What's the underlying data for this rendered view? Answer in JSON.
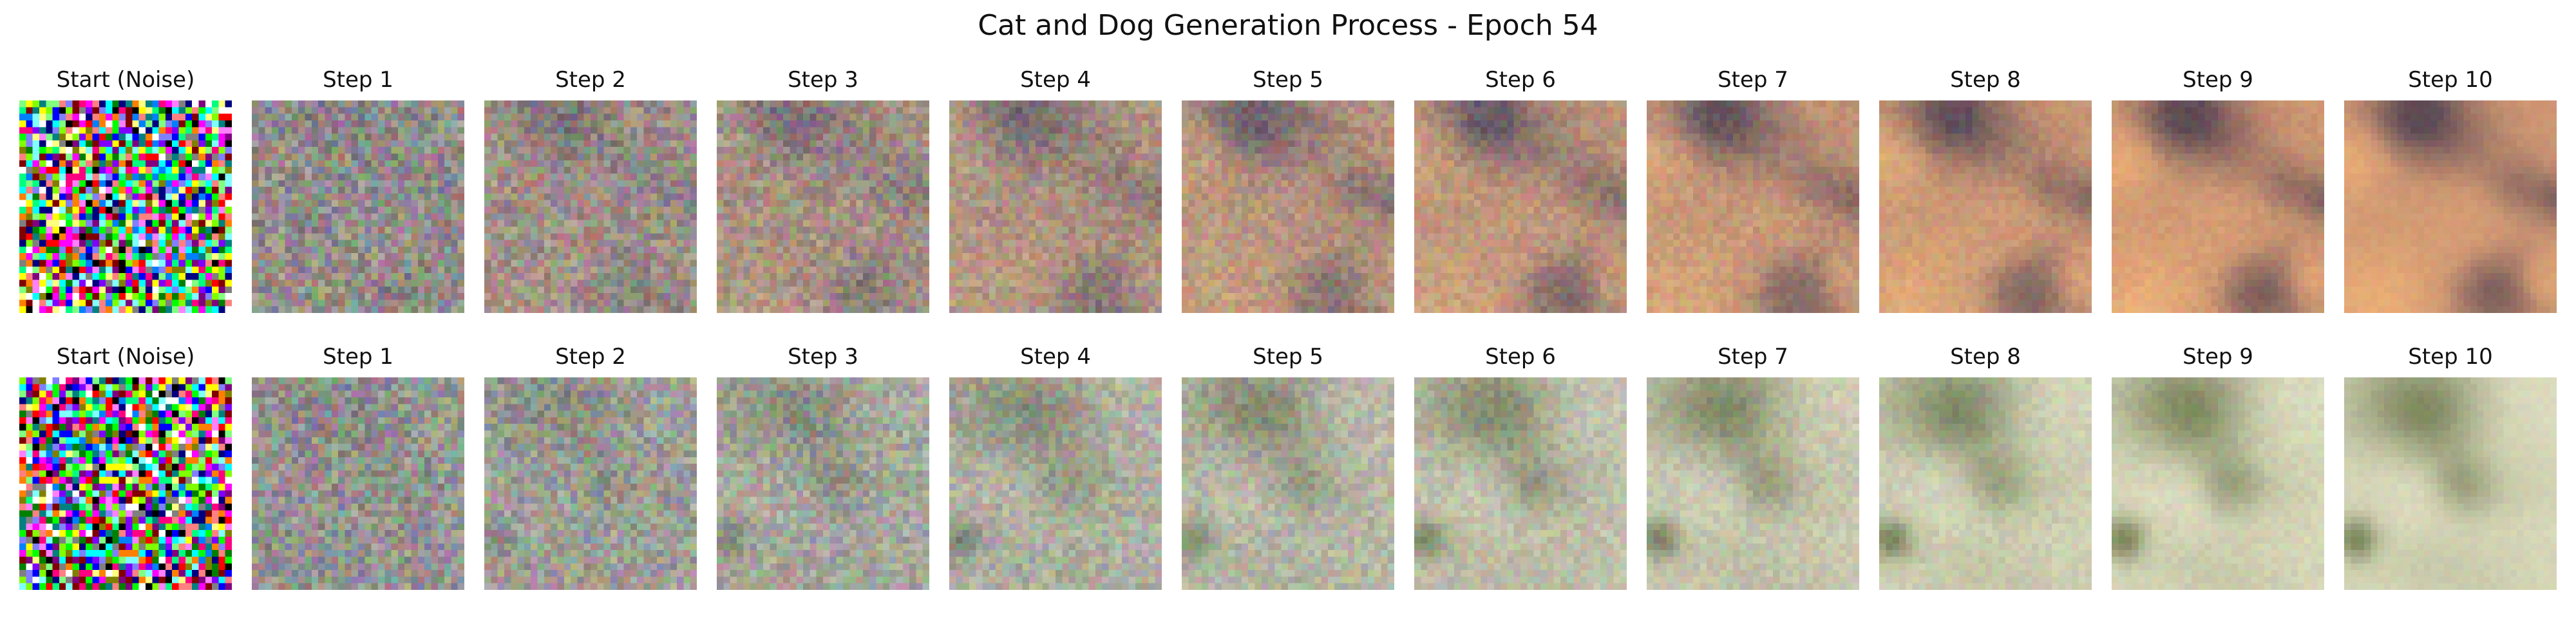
{
  "figure": {
    "title": "Cat and Dog Generation Process - Epoch 54"
  },
  "rows": [
    {
      "palette": {
        "base": [
          205,
          150,
          115
        ],
        "dark": [
          95,
          75,
          85
        ],
        "highlight": [
          240,
          180,
          120
        ]
      },
      "panels": [
        {
          "title": "Start (Noise)",
          "kind": "noise",
          "denoise": 0.0
        },
        {
          "title": "Step 1",
          "kind": "image",
          "denoise": 0.1
        },
        {
          "title": "Step 2",
          "kind": "image",
          "denoise": 0.25
        },
        {
          "title": "Step 3",
          "kind": "image",
          "denoise": 0.35
        },
        {
          "title": "Step 4",
          "kind": "image",
          "denoise": 0.45
        },
        {
          "title": "Step 5",
          "kind": "image",
          "denoise": 0.55
        },
        {
          "title": "Step 6",
          "kind": "image",
          "denoise": 0.65
        },
        {
          "title": "Step 7",
          "kind": "image",
          "denoise": 0.75
        },
        {
          "title": "Step 8",
          "kind": "image",
          "denoise": 0.83
        },
        {
          "title": "Step 9",
          "kind": "image",
          "denoise": 0.91
        },
        {
          "title": "Step 10",
          "kind": "image",
          "denoise": 1.0
        }
      ]
    },
    {
      "palette": {
        "base": [
          215,
          215,
          185
        ],
        "dark": [
          120,
          130,
          90
        ],
        "highlight": [
          245,
          245,
          230
        ]
      },
      "panels": [
        {
          "title": "Start (Noise)",
          "kind": "noise",
          "denoise": 0.0
        },
        {
          "title": "Step 1",
          "kind": "image",
          "denoise": 0.1
        },
        {
          "title": "Step 2",
          "kind": "image",
          "denoise": 0.25
        },
        {
          "title": "Step 3",
          "kind": "image",
          "denoise": 0.35
        },
        {
          "title": "Step 4",
          "kind": "image",
          "denoise": 0.45
        },
        {
          "title": "Step 5",
          "kind": "image",
          "denoise": 0.55
        },
        {
          "title": "Step 6",
          "kind": "image",
          "denoise": 0.65
        },
        {
          "title": "Step 7",
          "kind": "image",
          "denoise": 0.75
        },
        {
          "title": "Step 8",
          "kind": "image",
          "denoise": 0.83
        },
        {
          "title": "Step 9",
          "kind": "image",
          "denoise": 0.91
        },
        {
          "title": "Step 10",
          "kind": "image",
          "denoise": 1.0
        }
      ]
    }
  ]
}
